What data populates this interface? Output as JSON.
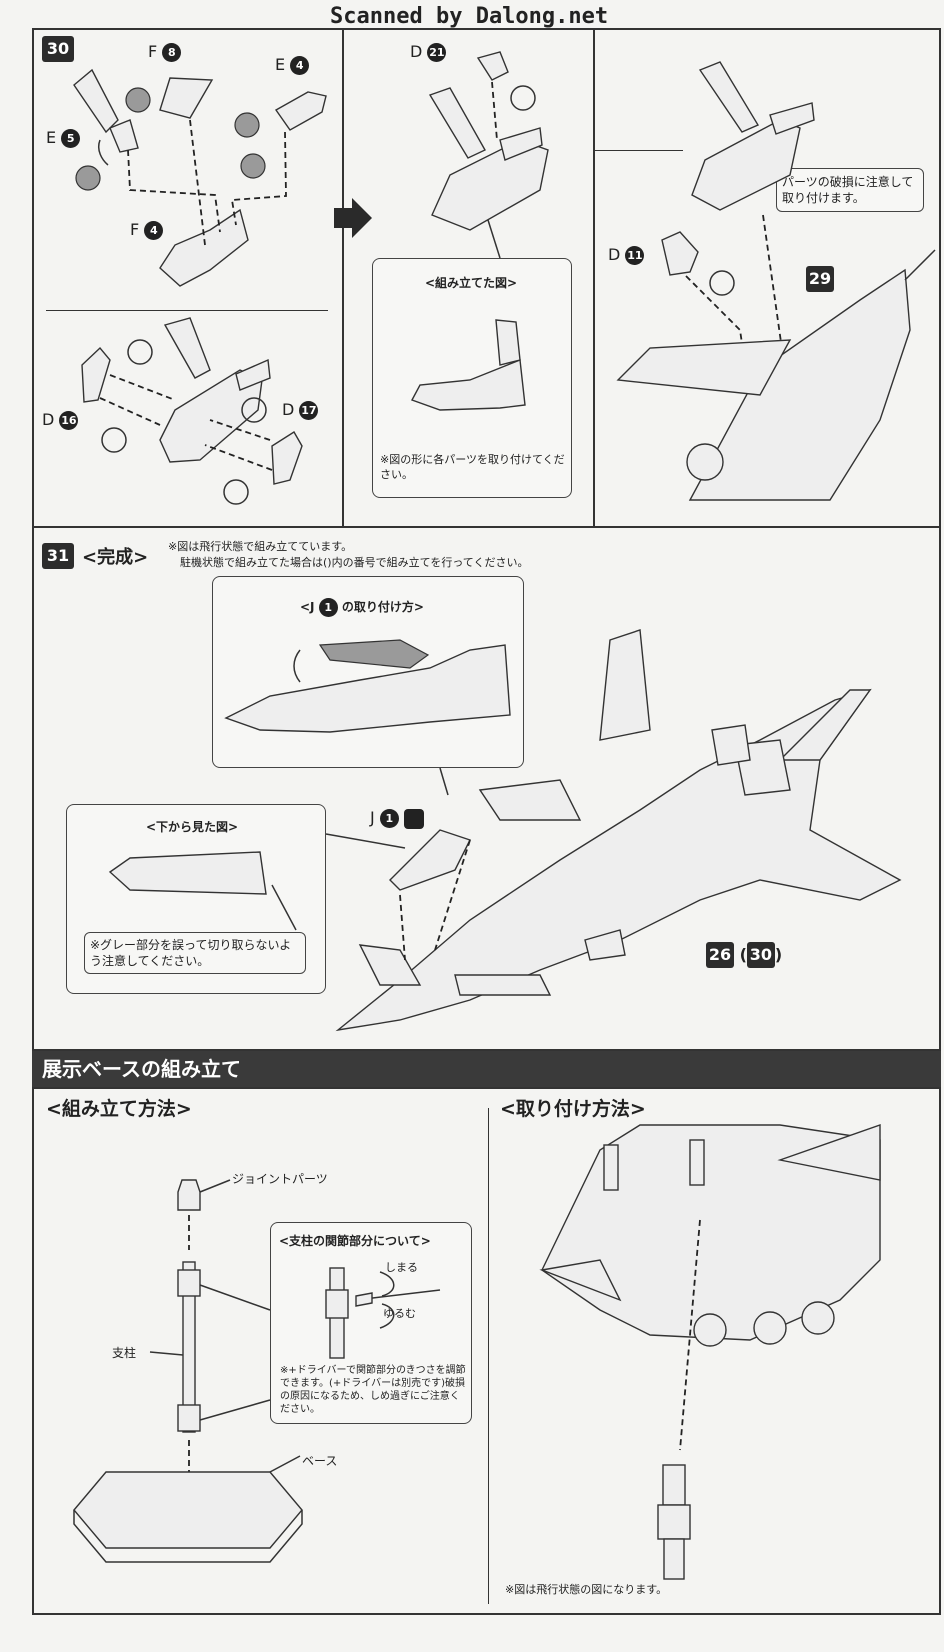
{
  "watermark": "Scanned by Dalong.net",
  "step30": {
    "number": "30",
    "labels": {
      "f8": "F",
      "f8n": "8",
      "e4": "E",
      "e4n": "4",
      "e5": "E",
      "e5n": "5",
      "f4": "F",
      "f4n": "4",
      "d16": "D",
      "d16n": "16",
      "d17": "D",
      "d17n": "17",
      "d21": "D",
      "d21n": "21",
      "d11": "D",
      "d11n": "11"
    },
    "assembled_title": "<組み立てた図>",
    "assembled_note": "※図の形に各パーツを取り付けてください。",
    "caution": "パーツの破損に注意して取り付けます。",
    "ref29": "29"
  },
  "step31": {
    "number": "31",
    "title": "<完成>",
    "note_line1": "※図は飛行状態で組み立てています。",
    "note_line2": "駐機状態で組み立てた場合は()内の番号で組み立てを行ってください。",
    "j1_title_pre": "<J",
    "j1_title_num": "1",
    "j1_title_post": "の取り付け方>",
    "bottom_title": "<下から見た図>",
    "bottom_note": "※グレー部分を誤って切り取らないよう注意してください。",
    "j_label": "J",
    "j_num": "1",
    "ref26": "26",
    "ref30": "30",
    "paren_open": "(",
    "paren_close": ")"
  },
  "base": {
    "banner": "展示ベースの組み立て",
    "assembly_heading": "<組み立て方法>",
    "mount_heading": "<取り付け方法>",
    "joint_parts": "ジョイントパーツ",
    "pillar": "支柱",
    "base_label": "ベース",
    "joint_box_title": "<支柱の関節部分について>",
    "tighten": "しまる",
    "loosen": "ゆるむ",
    "driver_note": "※+ドライバーで関節部分のきつさを調節できます。(+ドライバーは別売です)破損の原因になるため、しめ過ぎにご注意ください。",
    "flight_note": "※図は飛行状態の図になります。"
  }
}
